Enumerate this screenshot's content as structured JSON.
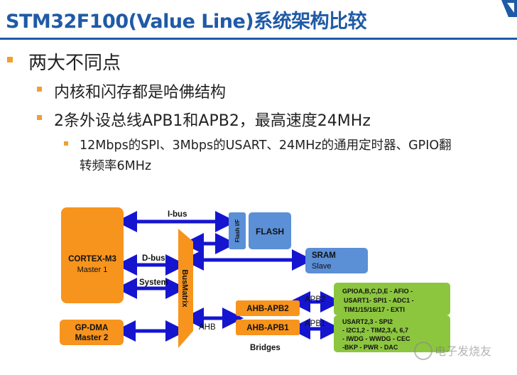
{
  "title": "STM32F100(Value Line)系统架构比较",
  "bullets": {
    "level1": "两大不同点",
    "level2_a": "内核和闪存都是哈佛结构",
    "level2_b": "2条外设总线APB1和APB2，最高速度24MHz",
    "level3_line1": "12Mbps的SPI、3Mbps的USART、24MHz的通用定时器、GPIO翻",
    "level3_line2": "转频率6MHz"
  },
  "diagram": {
    "cortex": {
      "name": "CORTEX-M3",
      "role": "Master 1"
    },
    "dma": {
      "name": "GP-DMA",
      "role": "Master 2"
    },
    "busmatrix": "BusMatrix",
    "ibus": "I-bus",
    "dbus": "D-bus",
    "system": "System",
    "flash_if": "Flash I/F",
    "flash": "FLASH",
    "sram": {
      "name": "SRAM",
      "role": "Slave"
    },
    "ahb": "AHB",
    "ahb_apb2": "AHB-APB2",
    "ahb_apb1": "AHB-APB1",
    "apb2": "APB2",
    "apb1": "APB1",
    "bridges": "Bridges",
    "apb2_periph": [
      "GPIOA,B,C,D,E - AFIO -",
      "USART1- SPI1 - ADC1 -",
      "TIM1/15/16/17 - EXTI"
    ],
    "apb1_periph": [
      "USART2,3 - SPI2",
      "- I2C1,2 - TIM2,3,4, 6,7",
      "- IWDG - WWDG - CEC",
      "-BKP - PWR - DAC"
    ]
  },
  "watermark": "电子发烧友",
  "colors": {
    "title": "#1f5aa6",
    "bullet": "#f0a030",
    "orange": "#f7941d",
    "blue": "#5b8fd6",
    "green": "#8cc63f",
    "arrow": "#1515d0"
  }
}
